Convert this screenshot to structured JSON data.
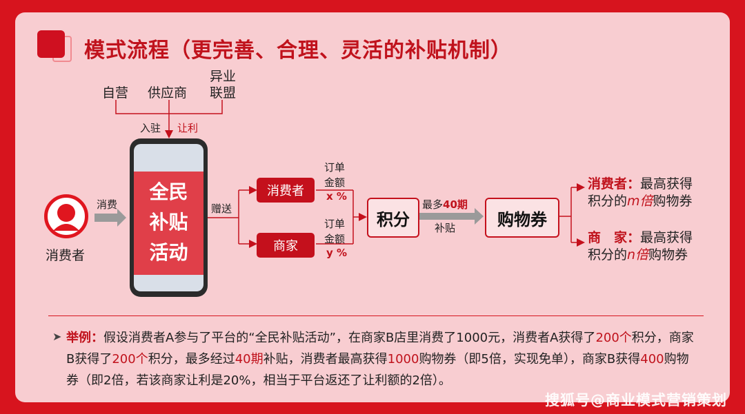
{
  "title": "模式流程（更完善、合理、灵活的补贴机制）",
  "sources": [
    "自营",
    "供应商",
    "异业",
    "联盟"
  ],
  "entry_labels": {
    "left": "入驻",
    "right": "让利"
  },
  "consumer_label": "消费者",
  "consume_label": "消费",
  "phone_text": [
    "全民",
    "补贴",
    "活动"
  ],
  "gift_label": "赠送",
  "consumer_box": "消费者",
  "merchant_box": "商家",
  "order_amount_top": [
    "订单",
    "金额"
  ],
  "order_ratio_top": "x %",
  "order_amount_bottom": [
    "订单",
    "金额"
  ],
  "order_ratio_bottom": "y %",
  "points_box": "积分",
  "max_periods": {
    "prefix": "最多",
    "value": "40期",
    "sub": "补贴"
  },
  "voucher_box": "购物券",
  "result_consumer": {
    "role": "消费者：",
    "text1": "最高获得",
    "text2a": "积分的",
    "mult": "m倍",
    "text2b": "购物券"
  },
  "result_merchant": {
    "role": "商　家：",
    "text1": "最高获得",
    "text2a": "积分的",
    "mult": "n倍",
    "text2b": "购物券"
  },
  "example": {
    "label": "举例：",
    "s1": "假设消费者A参与了平台的“全民补贴活动”，在商家B店里消费了1000元，消费者A获得了",
    "v1": "200个",
    "s2": "积分，商家B获得了",
    "v2": "200个",
    "s3": "积分，最多经过",
    "v3": "40期",
    "s4": "补贴，消费者最高获得",
    "v4": "1000",
    "s5": "购物券（即5倍，实现免单），商家B获得",
    "v5": "400",
    "s6": "购物券（即2倍，若该商家让利是20%，相当于平台返还了让利额的2倍）。"
  },
  "watermark": "搜狐号@商业模式营销策划",
  "colors": {
    "accent": "#c4101c",
    "panel": "#f8cdd1",
    "frame": "#d7141e"
  }
}
